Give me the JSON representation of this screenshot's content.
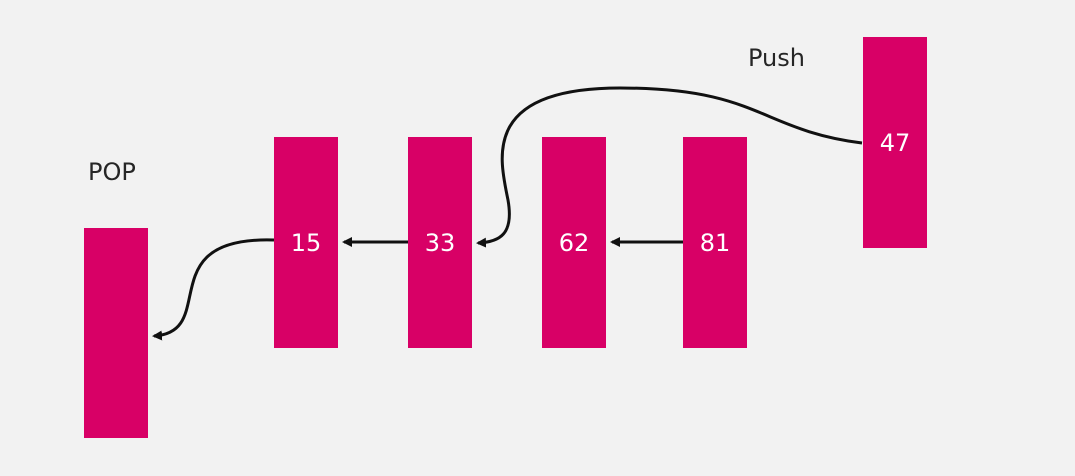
{
  "labels": {
    "push": "Push",
    "pop": "POP"
  },
  "nodes": {
    "popped": "",
    "n1": "15",
    "n2": "33",
    "n3": "62",
    "n4": "81",
    "pushed": "47"
  },
  "colors": {
    "background": "#f2f2f2",
    "node_fill": "#d80066",
    "node_text": "#ffffff",
    "label_text": "#262626",
    "arrow": "#111111"
  }
}
